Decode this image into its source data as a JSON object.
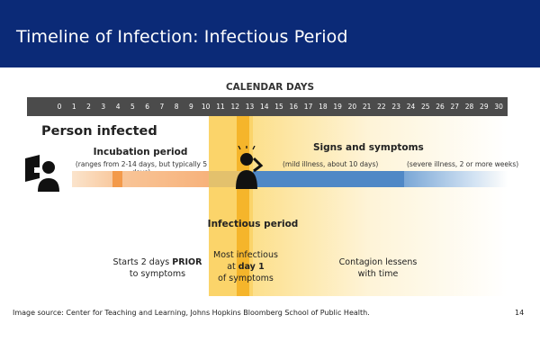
{
  "slide": {
    "title": "Timeline of Infection: Infectious Period",
    "page_number": "14"
  },
  "calendar": {
    "header": "CALENDAR DAYS",
    "days": [
      "0",
      "1",
      "2",
      "3",
      "4",
      "5",
      "6",
      "7",
      "8",
      "9",
      "10",
      "11",
      "12",
      "13",
      "14",
      "15",
      "16",
      "17",
      "18",
      "19",
      "20",
      "21",
      "22",
      "23",
      "24",
      "25",
      "26",
      "27",
      "28",
      "29",
      "30"
    ]
  },
  "labels": {
    "person_infected": "Person infected",
    "incubation_title": "Incubation period",
    "incubation_note": "(ranges from 2-14 days, but typically 5 days)",
    "symptoms_title": "Signs and symptoms",
    "symptoms_mild": "(mild illness, about 10 days)",
    "symptoms_severe": "(severe illness, 2 or more weeks)",
    "infectious_title": "Infectious period",
    "prior_line1_a": "Starts 2 days ",
    "prior_line1_b": "PRIOR",
    "prior_line2": "to symptoms",
    "most_line1": "Most infectious",
    "most_line2_a": "at ",
    "most_line2_b": "day 1",
    "most_line3": "of symptoms",
    "lessens_line1": "Contagion lessens",
    "lessens_line2": "with time"
  },
  "footer": {
    "source": "Image source: Center for Teaching and Learning, Johns Hopkins Bloomberg School of Public Health."
  },
  "colors": {
    "header_bg": "#0b2a77",
    "calendar_bar": "#4b4b4b",
    "incubation": "#f7b27b",
    "symptoms": "#4f88c6",
    "infectious": "#fbd46a"
  },
  "icons": [
    "coughing-person-icon",
    "sick-person-icon"
  ]
}
